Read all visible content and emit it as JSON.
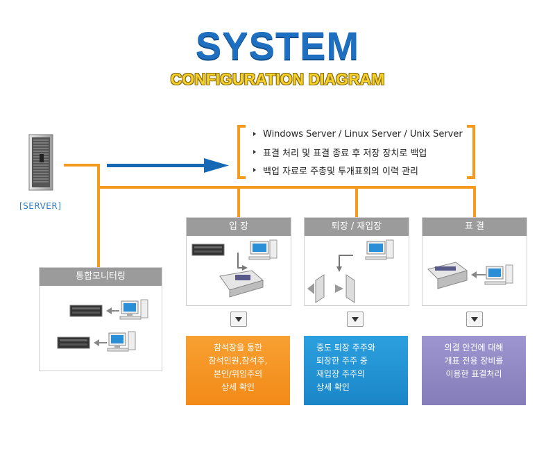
{
  "header": {
    "title": "SYSTEM",
    "subtitle": "CONFIGURATION DIAGRAM"
  },
  "server": {
    "label": "[SERVER]",
    "icon": "server-tower-icon"
  },
  "features": [
    "Windows Server  / Linux Server / Unix Server",
    "표결 처리 및 표결 종료 후 저장 장치로 백업",
    "백업 자료로 주총및 투개표회의 이력 관리"
  ],
  "panels": {
    "monitoring": {
      "title": "통합모니터링"
    },
    "entry": {
      "title": "입   장"
    },
    "reentry": {
      "title": "퇴장 / 재입장"
    },
    "voting": {
      "title": "표   결"
    }
  },
  "info_boxes": {
    "entry": [
      "참석장을 통한",
      "참석인원,참석주,",
      "본인/위임주의",
      "상세 확인"
    ],
    "reentry": [
      "중도 퇴장 주주와",
      "퇴장한 주주 중",
      "재입장 주주의",
      "상세 확인"
    ],
    "voting": [
      "의결 안건에 대해",
      "개표 전용 장비를",
      "이용한 표결처리"
    ]
  },
  "colors": {
    "title_blue": "#1f6fc0",
    "subtitle_yellow": "#f5d22a",
    "line_orange": "#f39a1f",
    "arrow_blue": "#1668b4",
    "panel_header_gray": "#9b9b9b",
    "info_orange": "#f38a17",
    "info_blue": "#1a86c8",
    "info_purple": "#857db9"
  }
}
